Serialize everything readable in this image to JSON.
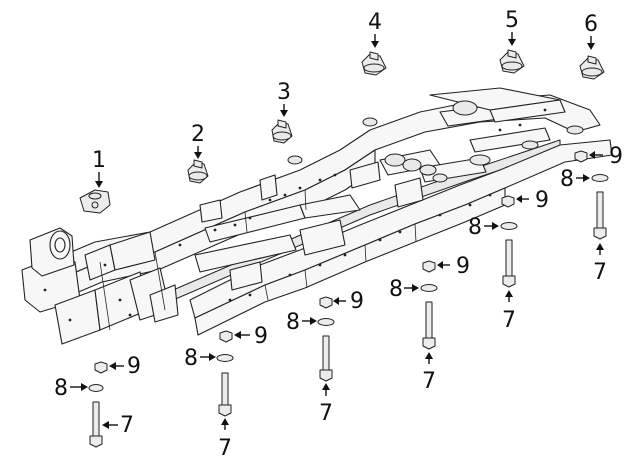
{
  "callouts": [
    {
      "id": "c1",
      "label": "1"
    },
    {
      "id": "c2",
      "label": "2"
    },
    {
      "id": "c3",
      "label": "3"
    },
    {
      "id": "c4",
      "label": "4"
    },
    {
      "id": "c5",
      "label": "5"
    },
    {
      "id": "c6",
      "label": "6"
    },
    {
      "id": "c7a",
      "label": "7"
    },
    {
      "id": "c7b",
      "label": "7"
    },
    {
      "id": "c7c",
      "label": "7"
    },
    {
      "id": "c7d",
      "label": "7"
    },
    {
      "id": "c7e",
      "label": "7"
    },
    {
      "id": "c7f",
      "label": "7"
    },
    {
      "id": "c8a",
      "label": "8"
    },
    {
      "id": "c8b",
      "label": "8"
    },
    {
      "id": "c8c",
      "label": "8"
    },
    {
      "id": "c8d",
      "label": "8"
    },
    {
      "id": "c8e",
      "label": "8"
    },
    {
      "id": "c8f",
      "label": "8"
    },
    {
      "id": "c9a",
      "label": "9"
    },
    {
      "id": "c9b",
      "label": "9"
    },
    {
      "id": "c9c",
      "label": "9"
    },
    {
      "id": "c9d",
      "label": "9"
    },
    {
      "id": "c9e",
      "label": "9"
    },
    {
      "id": "c9f",
      "label": "9"
    }
  ]
}
